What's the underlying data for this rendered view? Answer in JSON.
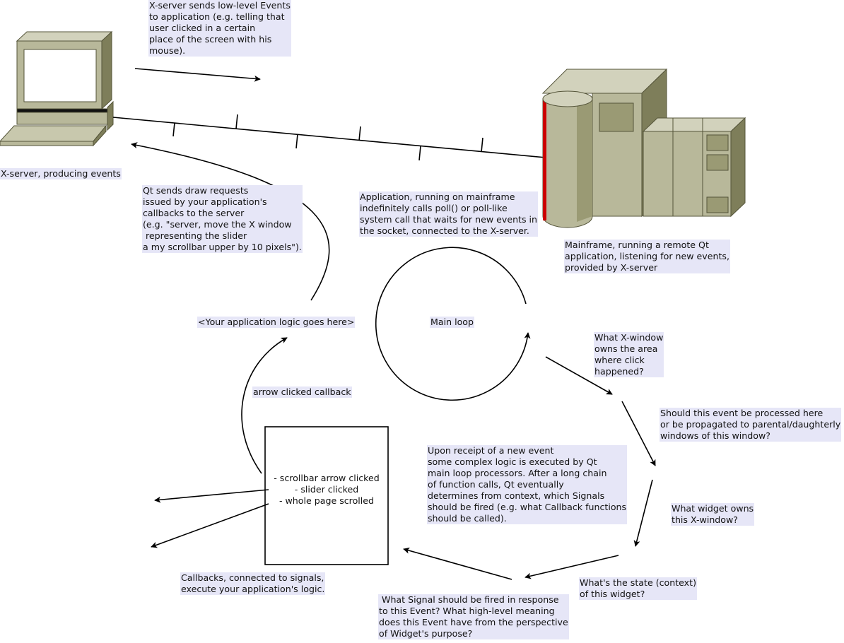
{
  "notes": {
    "xserver_events": "X-server sends low-level Events\nto application (e.g. telling that\nuser clicked in a certain\nplace of the screen with his\nmouse).",
    "xserver_label": "X-server, producing events",
    "qt_draw": "Qt sends draw requests\nissued by your application's\ncallbacks to the server\n(e.g. \"server, move the X window\n representing the slider\na my scrollbar upper by 10 pixels\").",
    "application_poll": "Application, running on mainframe\nindefinitely calls poll() or poll-like\nsystem call that waits for new events in\nthe socket, connected to the X-server.",
    "mainframe_label": "Mainframe, running a remote Qt\napplication, listening for new events,\nprovided by X-server",
    "app_logic": "<Your application logic goes here>",
    "main_loop": "Main loop",
    "which_window": "What X-window\nowns the area\nwhere click\nhappened?",
    "propagate": "Should this event be processed here\nor be propagated to parental/daughterly\nwindows of this window?",
    "arrow_callback": "arrow clicked callback",
    "receipt": "Upon receipt of a new event\nsome complex logic is executed by Qt\nmain loop processors. After a long chain\nof function calls, Qt eventually\ndetermines from context, which Signals\nshould be fired (e.g. what Callback functions\nshould be called).",
    "signals_box": "- scrollbar arrow clicked\n- slider clicked\n- whole page scrolled",
    "which_widget": "What widget owns\nthis X-window?",
    "callbacks": "Callbacks, connected to signals,\nexecute your application's logic.",
    "widget_state": "What's the state (context)\nof this widget?",
    "which_signal": " What Signal should be fired in response\nto this Event? What high-level meaning\ndoes this Event have from the perspective\nof Widget's purpose?"
  },
  "colors": {
    "note_background": "#e6e6f7",
    "hardware_beige": "#b8b89a",
    "hardware_dark": "#7e7e5a",
    "mainframe_stripe": "#cc0000"
  },
  "icons": [
    "desktop-computer-icon",
    "mainframe-server-icon"
  ]
}
